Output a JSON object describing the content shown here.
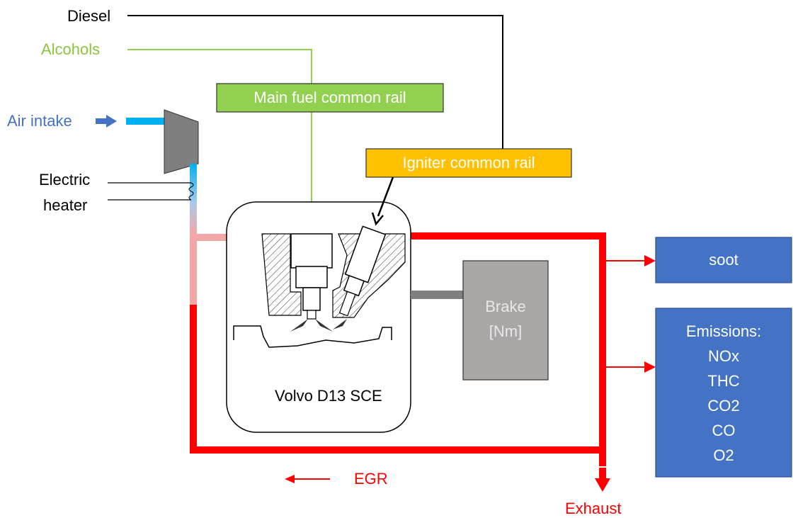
{
  "labels": {
    "diesel": "Diesel",
    "alcohols": "Alcohols",
    "air_intake": "Air intake",
    "electric_heater": [
      "Electric",
      "heater"
    ],
    "main_fuel_rail": "Main fuel common rail",
    "igniter_rail": "Igniter common rail",
    "engine": "Volvo D13 SCE",
    "brake": [
      "Brake",
      "[Nm]"
    ],
    "soot": "soot",
    "emissions": [
      "Emissions:",
      "NOx",
      "THC",
      "CO2",
      "CO",
      "O2"
    ],
    "egr": "EGR",
    "exhaust": "Exhaust"
  },
  "colors": {
    "diesel_line": "#000000",
    "alcohol_line": "#92d050",
    "air_pipe": "#00b0f0",
    "egr_hot": "#ff0000",
    "egr_cool": "#f4a7a7",
    "main_rail_box": "#92d050",
    "igniter_rail_box": "#ffc000",
    "brake_box": "#aaa6a6",
    "output_box": "#4472c4",
    "arrow_blue": "#4472c4"
  }
}
